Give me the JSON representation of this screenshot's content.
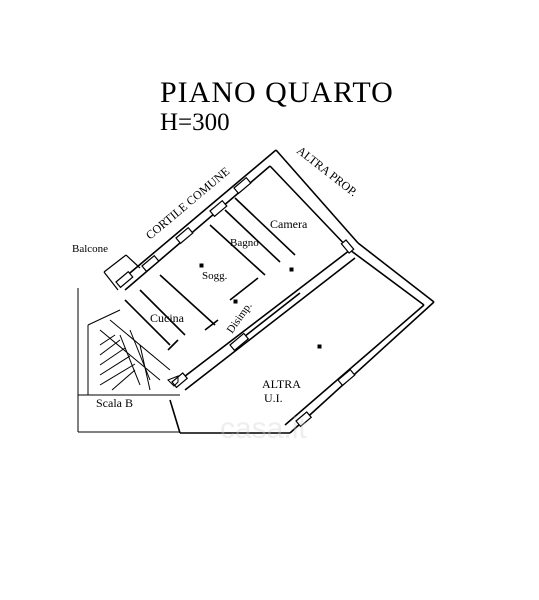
{
  "header": {
    "title": "PIANO QUARTO",
    "height_label": "H=300"
  },
  "labels": {
    "cortile_comune": "CORTILE COMUNE",
    "altra_prop": "ALTRA PROP.",
    "camera": "Camera",
    "bagno": "Bagno",
    "balcone": "Balcone",
    "sogg": "Sogg.",
    "cucina": "Cucina",
    "disimp": "Disimp.",
    "altra": "ALTRA",
    "ui": "U.I.",
    "scala_b": "Scala B"
  },
  "watermark": {
    "text": "casa.it",
    "color": "#cfcfcf"
  },
  "colors": {
    "line": "#000000",
    "background": "#ffffff"
  }
}
